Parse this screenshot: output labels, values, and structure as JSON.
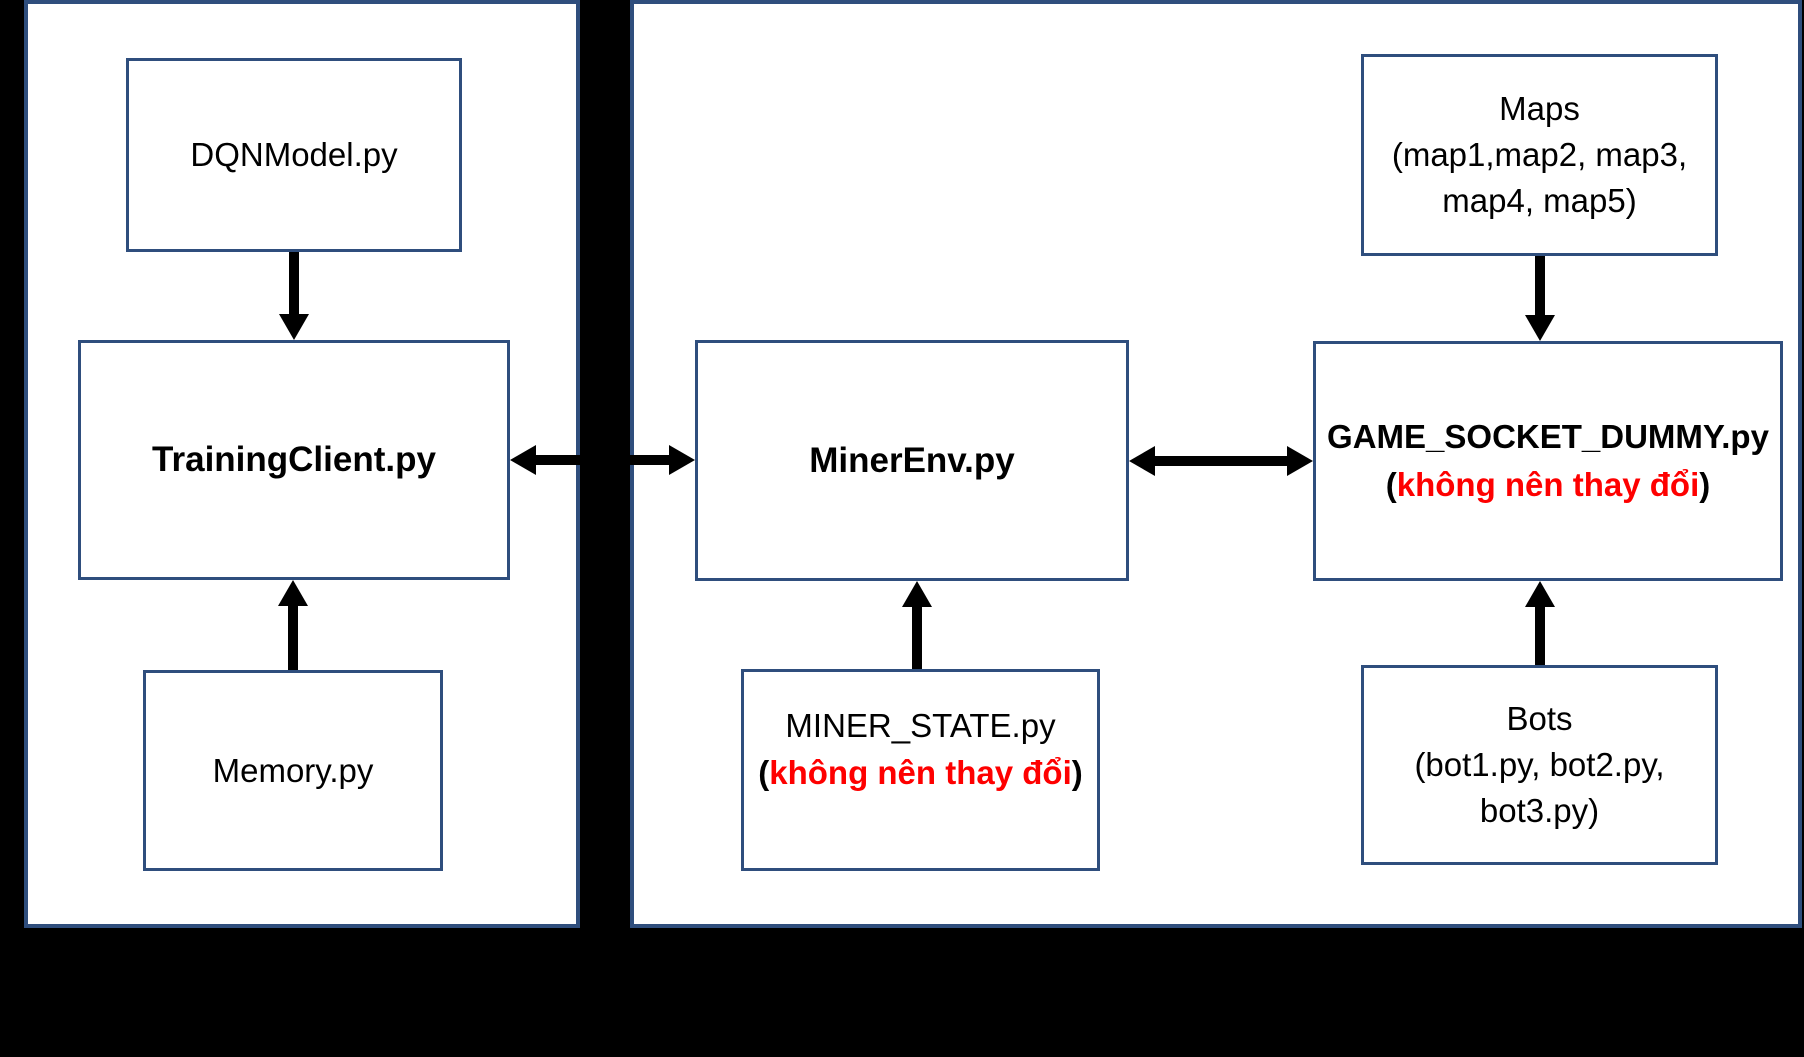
{
  "colors": {
    "background": "#000000",
    "panel_background": "#ffffff",
    "border_blue": "#2f4e7d",
    "arrow_black": "#000000",
    "warning_red": "#fe0000",
    "text_black": "#000000"
  },
  "left_panel": {
    "dqn_model": {
      "label": "DQNModel.py"
    },
    "training_client": {
      "label": "TrainingClient.py"
    },
    "memory": {
      "label": "Memory.py"
    }
  },
  "right_panel": {
    "miner_env": {
      "label": "MinerEnv.py"
    },
    "maps": {
      "lines": [
        "Maps",
        "(map1,map2, map3,",
        "map4, map5)"
      ]
    },
    "game_socket": {
      "title": "GAME_SOCKET_DUMMY.py",
      "note_open": "(",
      "note_text": "không nên thay đổi",
      "note_close": ")"
    },
    "miner_state": {
      "title": "MINER_STATE.py",
      "note_open": "(",
      "note_text": "không nên thay đổi",
      "note_close": ")"
    },
    "bots": {
      "lines": [
        "Bots",
        "(bot1.py, bot2.py,",
        "bot3.py)"
      ]
    }
  }
}
